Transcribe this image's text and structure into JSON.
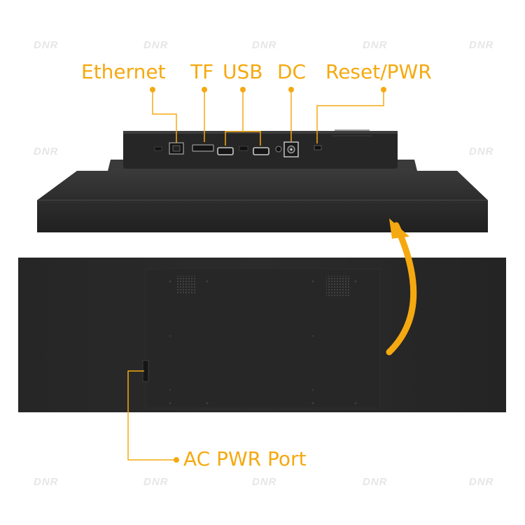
{
  "watermark": "DNR",
  "labels": {
    "ethernet": "Ethernet",
    "tf": "TF",
    "usb": "USB",
    "dc": "DC",
    "reset_pwr": "Reset/PWR",
    "ac_pwr_port": "AC PWR Port"
  },
  "colors": {
    "accent": "#f5a910",
    "device_dark": "#2a2a2a",
    "background": "#ffffff"
  }
}
